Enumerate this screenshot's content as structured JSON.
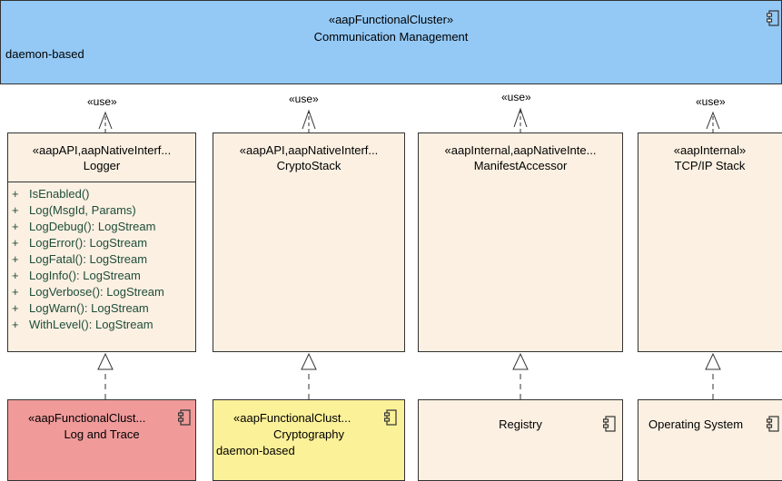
{
  "cluster": {
    "stereotype": "«aapFunctionalCluster»",
    "name": "Communication Management",
    "property": "daemon-based"
  },
  "use_label": "«use»",
  "interfaces": [
    {
      "stereotype": "«aapAPI,aapNativeInterf...",
      "name": "Logger",
      "operations": [
        {
          "vis": "+",
          "sig": "IsEnabled()"
        },
        {
          "vis": "+",
          "sig": "Log(MsgId, Params)"
        },
        {
          "vis": "+",
          "sig": "LogDebug(): LogStream"
        },
        {
          "vis": "+",
          "sig": "LogError(): LogStream"
        },
        {
          "vis": "+",
          "sig": "LogFatal(): LogStream"
        },
        {
          "vis": "+",
          "sig": "LogInfo(): LogStream"
        },
        {
          "vis": "+",
          "sig": "LogVerbose(): LogStream"
        },
        {
          "vis": "+",
          "sig": "LogWarn(): LogStream"
        },
        {
          "vis": "+",
          "sig": "WithLevel(): LogStream"
        }
      ]
    },
    {
      "stereotype": "«aapAPI,aapNativeInterf...",
      "name": "CryptoStack"
    },
    {
      "stereotype": "«aapInternal,aapNativeInte...",
      "name": "ManifestAccessor"
    },
    {
      "stereotype": "«aapInternal»",
      "name": "TCP/IP Stack"
    }
  ],
  "components": [
    {
      "stereotype": "«aapFunctionalClust...",
      "name": "Log and Trace",
      "property": "",
      "color": "#f09a9a"
    },
    {
      "stereotype": "«aapFunctionalClust...",
      "name": "Cryptography",
      "property": "daemon-based",
      "color": "#fbf198"
    },
    {
      "stereotype": "",
      "name": "Registry",
      "property": "",
      "color": "#fbf0e2"
    },
    {
      "stereotype": "",
      "name": "Operating System",
      "property": "",
      "color": "#fbf0e2"
    }
  ],
  "colors": {
    "cluster_fill": "#94c9f6",
    "interface_fill": "#fbf0e2",
    "operation_text": "#1f4d3a"
  },
  "icons": [
    "component-icon"
  ]
}
